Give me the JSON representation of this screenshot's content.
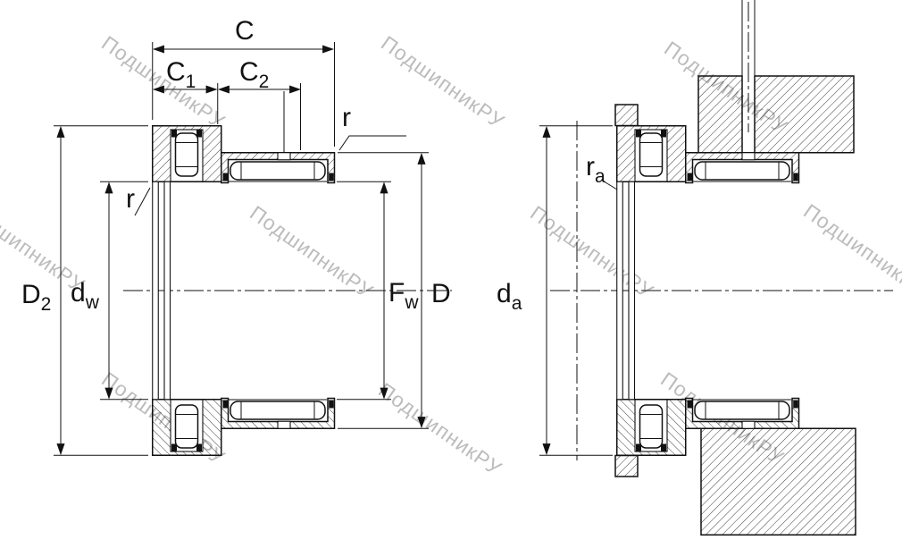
{
  "watermark": {
    "text": "ПодшипникРУ",
    "color": "#b5b5b5"
  },
  "colors": {
    "line": "#111111",
    "background": "#ffffff"
  },
  "left_view": {
    "labels": {
      "c": "C",
      "c1_main": "C",
      "c1_sub": "1",
      "c2_main": "C",
      "c2_sub": "2",
      "r_outer": "r",
      "r_bore": "r",
      "d2_main": "D",
      "d2_sub": "2",
      "dw_main": "d",
      "dw_sub": "w",
      "fw_main": "F",
      "fw_sub": "w",
      "d_main": "D"
    }
  },
  "right_view": {
    "labels": {
      "da_main": "d",
      "da_sub": "a",
      "ra_main": "r",
      "ra_sub": "a"
    }
  }
}
